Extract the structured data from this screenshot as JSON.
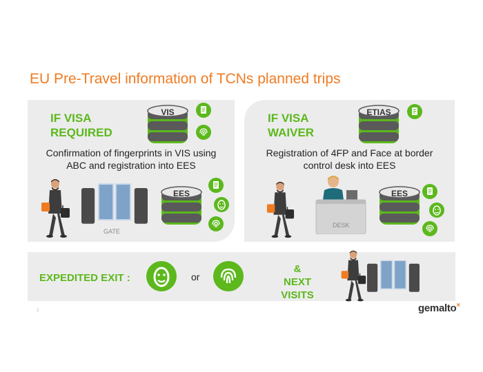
{
  "title": "EU Pre-Travel information of TCNs planned trips",
  "visa_required": {
    "heading_line1": "IF VISA",
    "heading_line2": "REQUIRED",
    "database": "VIS",
    "description_line1": "Confirmation of fingerprints in VIS using",
    "description_line2": "ABC and registration into EES",
    "ees_label": "EES",
    "gate_label": "GATE"
  },
  "visa_waiver": {
    "heading_line1": "IF VISA",
    "heading_line2": "WAIVER",
    "database": "ETIAS",
    "description_line1": "Registration of 4FP and Face at border",
    "description_line2": "control desk into EES",
    "ees_label": "EES",
    "desk_label": "DESK"
  },
  "exit": {
    "label": "EXPEDITED EXIT :",
    "or": "or",
    "ampersand": "&",
    "next_visits": "NEXT VISITS"
  },
  "footer": {
    "logo": "gemalto",
    "logo_mark": "×",
    "page_number": "|"
  },
  "colors": {
    "accent": "#f07b22",
    "green": "#5cb81c",
    "gray": "#ececec"
  }
}
